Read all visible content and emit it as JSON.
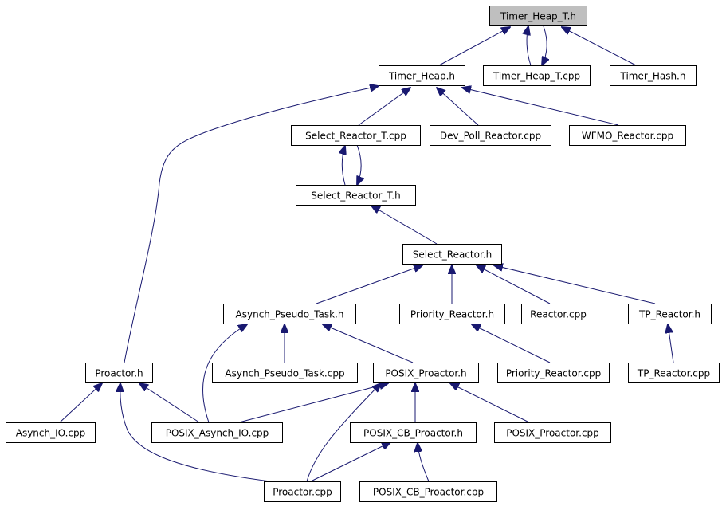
{
  "diagram": {
    "type": "include-dependency-graph",
    "root": "timer-heap-t-h",
    "nodes": [
      {
        "id": "timer-heap-t-h",
        "label": "Timer_Heap_T.h",
        "root": true
      },
      {
        "id": "timer-heap-h",
        "label": "Timer_Heap.h"
      },
      {
        "id": "timer-heap-t-cpp",
        "label": "Timer_Heap_T.cpp"
      },
      {
        "id": "timer-hash-h",
        "label": "Timer_Hash.h"
      },
      {
        "id": "select-reactor-t-cpp",
        "label": "Select_Reactor_T.cpp"
      },
      {
        "id": "dev-poll-reactor-cpp",
        "label": "Dev_Poll_Reactor.cpp"
      },
      {
        "id": "wfmo-reactor-cpp",
        "label": "WFMO_Reactor.cpp"
      },
      {
        "id": "select-reactor-t-h",
        "label": "Select_Reactor_T.h"
      },
      {
        "id": "select-reactor-h",
        "label": "Select_Reactor.h"
      },
      {
        "id": "asynch-pseudo-task-h",
        "label": "Asynch_Pseudo_Task.h"
      },
      {
        "id": "priority-reactor-h",
        "label": "Priority_Reactor.h"
      },
      {
        "id": "reactor-cpp",
        "label": "Reactor.cpp"
      },
      {
        "id": "tp-reactor-h",
        "label": "TP_Reactor.h"
      },
      {
        "id": "proactor-h",
        "label": "Proactor.h"
      },
      {
        "id": "asynch-pseudo-task-cpp",
        "label": "Asynch_Pseudo_Task.cpp"
      },
      {
        "id": "posix-proactor-h",
        "label": "POSIX_Proactor.h"
      },
      {
        "id": "priority-reactor-cpp",
        "label": "Priority_Reactor.cpp"
      },
      {
        "id": "tp-reactor-cpp",
        "label": "TP_Reactor.cpp"
      },
      {
        "id": "asynch-io-cpp",
        "label": "Asynch_IO.cpp"
      },
      {
        "id": "posix-asynch-io-cpp",
        "label": "POSIX_Asynch_IO.cpp"
      },
      {
        "id": "posix-cb-proactor-h",
        "label": "POSIX_CB_Proactor.h"
      },
      {
        "id": "posix-proactor-cpp",
        "label": "POSIX_Proactor.cpp"
      },
      {
        "id": "proactor-cpp",
        "label": "Proactor.cpp"
      },
      {
        "id": "posix-cb-proactor-cpp",
        "label": "POSIX_CB_Proactor.cpp"
      }
    ],
    "edges": [
      {
        "from": "timer-heap-h",
        "to": "timer-heap-t-h"
      },
      {
        "from": "timer-heap-t-cpp",
        "to": "timer-heap-t-h"
      },
      {
        "from": "timer-heap-t-h",
        "to": "timer-heap-t-cpp"
      },
      {
        "from": "timer-hash-h",
        "to": "timer-heap-t-h"
      },
      {
        "from": "select-reactor-t-cpp",
        "to": "timer-heap-h"
      },
      {
        "from": "dev-poll-reactor-cpp",
        "to": "timer-heap-h"
      },
      {
        "from": "wfmo-reactor-cpp",
        "to": "timer-heap-h"
      },
      {
        "from": "proactor-h",
        "to": "timer-heap-h"
      },
      {
        "from": "select-reactor-t-h",
        "to": "select-reactor-t-cpp"
      },
      {
        "from": "select-reactor-t-cpp",
        "to": "select-reactor-t-h"
      },
      {
        "from": "select-reactor-h",
        "to": "select-reactor-t-h"
      },
      {
        "from": "asynch-pseudo-task-h",
        "to": "select-reactor-h"
      },
      {
        "from": "priority-reactor-h",
        "to": "select-reactor-h"
      },
      {
        "from": "reactor-cpp",
        "to": "select-reactor-h"
      },
      {
        "from": "tp-reactor-h",
        "to": "select-reactor-h"
      },
      {
        "from": "priority-reactor-cpp",
        "to": "priority-reactor-h"
      },
      {
        "from": "tp-reactor-cpp",
        "to": "tp-reactor-h"
      },
      {
        "from": "asynch-pseudo-task-cpp",
        "to": "asynch-pseudo-task-h"
      },
      {
        "from": "posix-proactor-h",
        "to": "asynch-pseudo-task-h"
      },
      {
        "from": "posix-asynch-io-cpp",
        "to": "asynch-pseudo-task-h"
      },
      {
        "from": "asynch-io-cpp",
        "to": "proactor-h"
      },
      {
        "from": "posix-asynch-io-cpp",
        "to": "proactor-h"
      },
      {
        "from": "proactor-cpp",
        "to": "proactor-h"
      },
      {
        "from": "posix-asynch-io-cpp",
        "to": "posix-proactor-h"
      },
      {
        "from": "posix-cb-proactor-h",
        "to": "posix-proactor-h"
      },
      {
        "from": "posix-proactor-cpp",
        "to": "posix-proactor-h"
      },
      {
        "from": "proactor-cpp",
        "to": "posix-proactor-h"
      },
      {
        "from": "proactor-cpp",
        "to": "posix-cb-proactor-h"
      },
      {
        "from": "posix-cb-proactor-cpp",
        "to": "posix-cb-proactor-h"
      }
    ]
  },
  "colors": {
    "edge": "#191970",
    "root_fill": "#bfbfbf",
    "node_fill": "#ffffff",
    "node_border": "#000000"
  }
}
